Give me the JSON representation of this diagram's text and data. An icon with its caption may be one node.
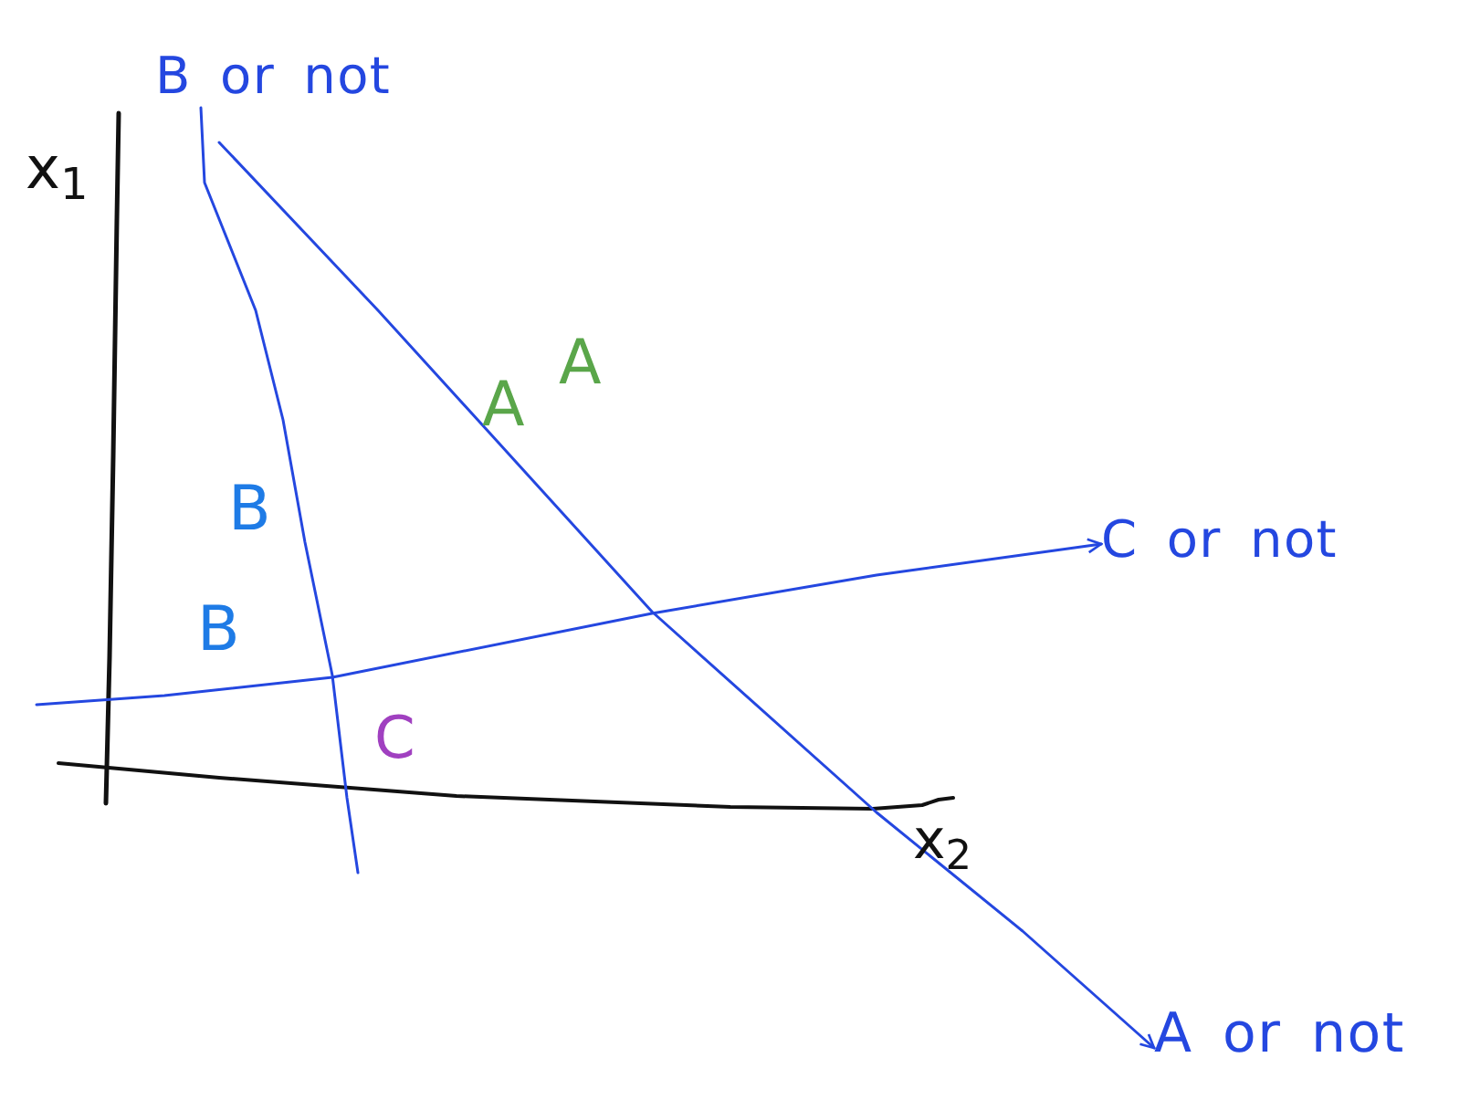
{
  "diagram": {
    "nodes": [
      {
        "text": [
          "B or not"
        ]
      },
      {
        "text": [
          "C or not"
        ]
      },
      {
        "text": [
          "A or not"
        ]
      }
    ],
    "edges": [
      {
        "from": 0,
        "to": null,
        "arrow": "none"
      },
      {
        "from": null,
        "to": 1,
        "arrow": "to"
      },
      {
        "from": null,
        "to": 2,
        "arrow": "to"
      }
    ],
    "labels": [
      "x$_{1}$",
      "A",
      "A",
      "B",
      "B",
      "C",
      "x$_{2}$"
    ]
  }
}
